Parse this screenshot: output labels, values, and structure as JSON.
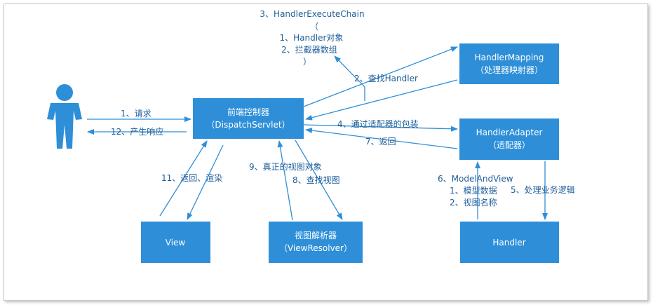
{
  "colors": {
    "box": "#2e8fd8",
    "arrow": "#2e8fd8",
    "text": "#1f5e99",
    "frame": "#c9c9c9"
  },
  "icons": {
    "user": "person-icon"
  },
  "nodes": {
    "dispatcher": {
      "line1": "前端控制器",
      "line2": "（DispatchServlet）"
    },
    "handler_mapping": {
      "line1": "HandlerMapping",
      "line2": "（处理器映射器）"
    },
    "handler_adapter": {
      "line1": "HandlerAdapter",
      "line2": "（适配器）"
    },
    "view": {
      "line1": "View"
    },
    "view_resolver": {
      "line1": "视图解析器",
      "line2": "（ViewResolver）"
    },
    "handler": {
      "line1": "Handler"
    }
  },
  "labels": {
    "request": "1、请求",
    "response": "12、产生响应",
    "find_handler": "2、查找Handler",
    "chain_title": "3、HandlerExecuteChain",
    "chain_open": "（",
    "chain_item1": "1、Handler对象",
    "chain_item2": "2、拦截器数组",
    "chain_close": "）",
    "adapter_call": "4、通过适配器的包装",
    "business_logic": "5、处理业务逻辑",
    "model_and_view": "6、ModelAndView",
    "mav_item1": "1、模型数据",
    "mav_item2": "2、视图名称",
    "return_7": "7、返回",
    "find_view": "8、查找视图",
    "real_view": "9、真正的视图对象",
    "render": "11、返回、渲染"
  }
}
